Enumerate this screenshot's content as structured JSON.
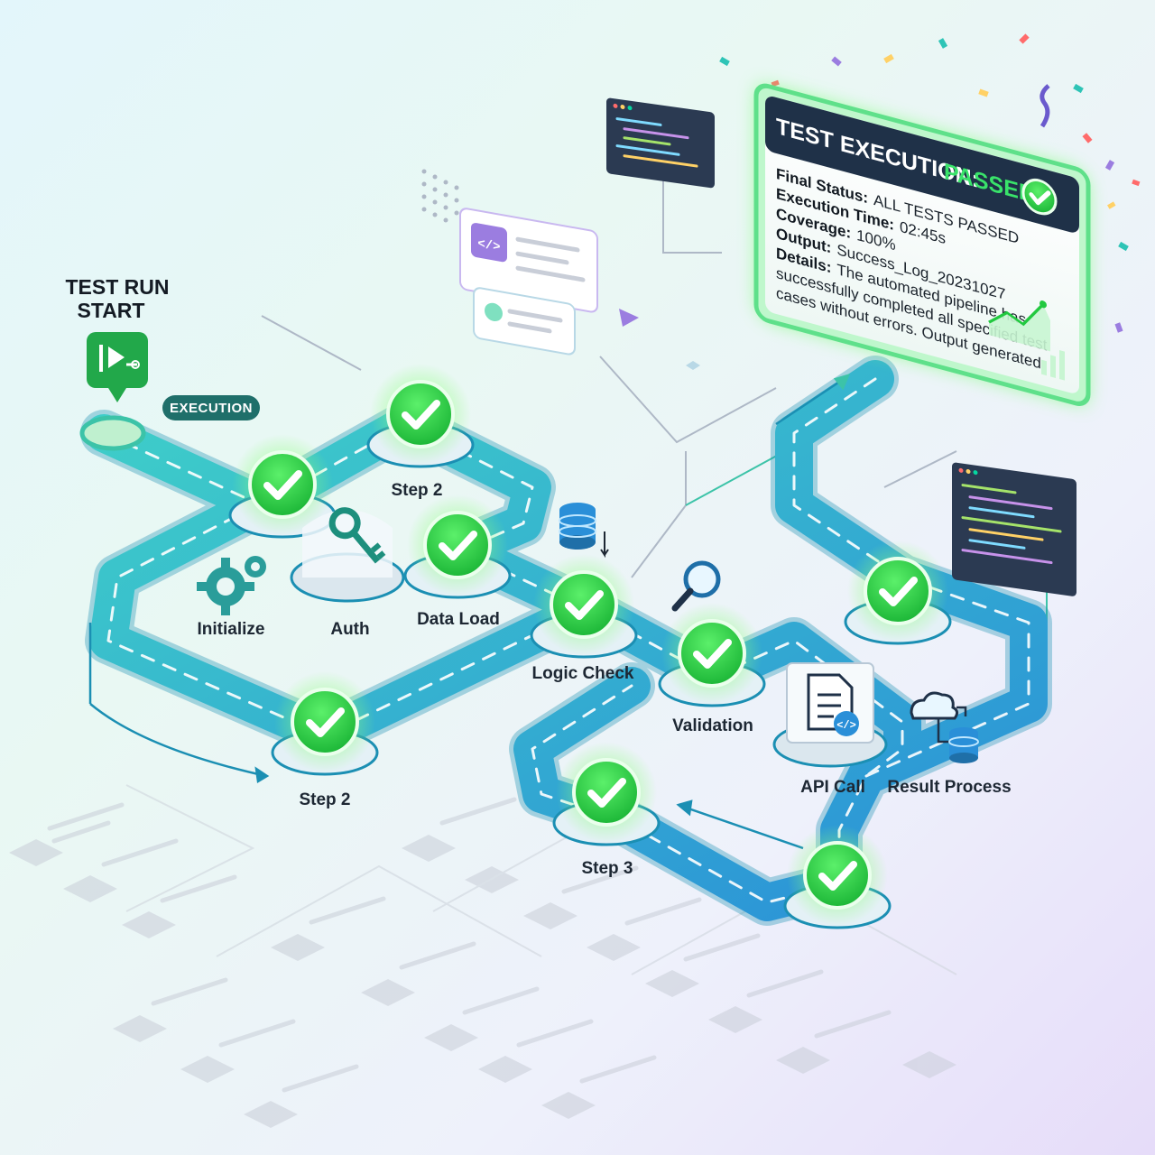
{
  "start": {
    "title_line1": "TEST RUN",
    "title_line2": "START",
    "badge": "EXECUTION"
  },
  "steps": {
    "initialize": "Initialize",
    "auth": "Auth",
    "step2_top": "Step 2",
    "data_load": "Data Load",
    "logic_check": "Logic Check",
    "validation": "Validation",
    "step2_bottom": "Step 2",
    "step3": "Step 3",
    "api_call": "API Call",
    "result_process": "Result Process"
  },
  "result_panel": {
    "title": "TEST EXECUTION:",
    "status_word": "PASSED",
    "final_status_label": "Final Status:",
    "final_status_value": "ALL TESTS PASSED",
    "execution_time_label": "Execution Time:",
    "execution_time_value": "02:45s",
    "coverage_label": "Coverage:",
    "coverage_value": "100%",
    "output_label": "Output:",
    "output_value": "Success_Log_20231027",
    "details_label": "Details:",
    "details_line1": "The automated pipeline has",
    "details_line2": "successfully completed all specified test",
    "details_line3": "cases without errors. Output generated."
  },
  "colors": {
    "road": "#2fb3c9",
    "road_edge": "#1b8fb3",
    "check_green": "#22c940",
    "check_glow": "#62f55f",
    "panel_header": "#1f3148",
    "pass_text": "#39e36a",
    "accent_teal": "#1aa58c"
  },
  "icons": [
    "gears-icon",
    "key-icon",
    "database-icon",
    "magnifier-icon",
    "api-document-icon",
    "cloud-database-icon",
    "start-flag-icon",
    "code-window-icon"
  ]
}
